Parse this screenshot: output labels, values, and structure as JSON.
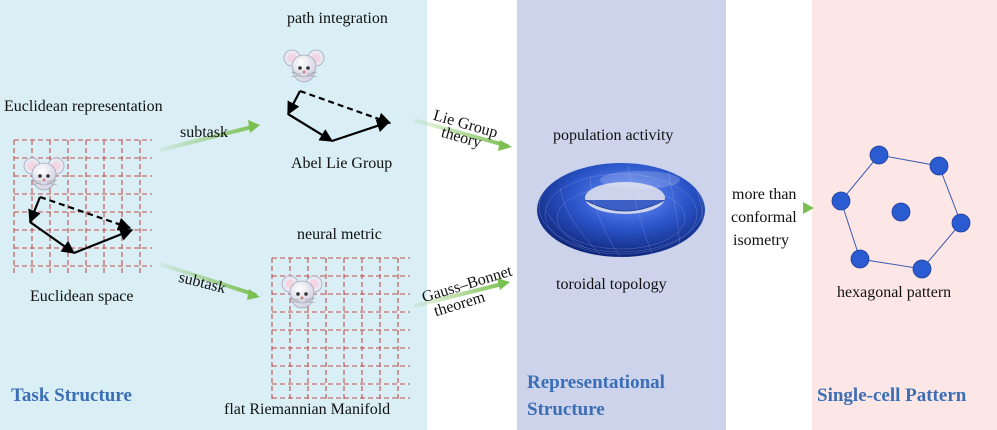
{
  "panels": {
    "task": {
      "title": "Task Structure",
      "euclidean_representation": "Euclidean representation",
      "euclidean_space": "Euclidean space",
      "subtask_top": "subtask",
      "subtask_bottom": "subtask",
      "path_integration": "path integration",
      "abel_lie_group": "Abel Lie Group",
      "neural_metric": "neural metric",
      "flat_riemannian": "flat Riemannian Manifold"
    },
    "representational": {
      "title_line1": "Representational",
      "title_line2": "Structure",
      "population_activity": "population activity",
      "toroidal_topology": "toroidal topology"
    },
    "single_cell": {
      "title": "Single-cell Pattern",
      "hexagonal_pattern": "hexagonal pattern"
    }
  },
  "arrows": {
    "lie_group_line1": "Lie Group",
    "lie_group_line2": "theory",
    "gauss_bonnet_line1": "Gauss–Bonnet",
    "gauss_bonnet_line2": "theorem",
    "more_than_line1": "more than",
    "more_than_line2": "conformal",
    "more_than_line3": "isometry"
  },
  "colors": {
    "task_bg": "#d9eef5",
    "rep_bg": "#ccd3eb",
    "single_bg": "#fde6e6",
    "title_blue": "#3a6eb5",
    "grid_red": "#c0504d",
    "arrow_green": "#7cc053",
    "torus_blue": "#2a54c8",
    "dot_blue": "#2a5bd0"
  }
}
